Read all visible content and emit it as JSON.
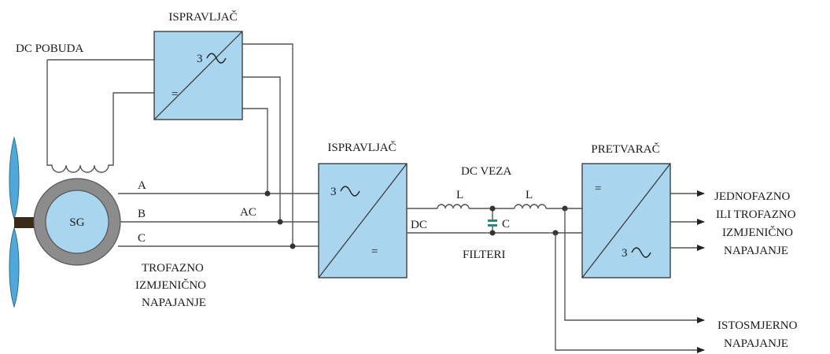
{
  "colors": {
    "box_fill": "#a9d6ee",
    "blade": "#4fa8d8",
    "generator_ring": "#8c8c8c",
    "generator_core": "#a9d6ee",
    "capacitor": "#2a8a7a"
  },
  "labels": {
    "dc_pobuda": "DC POBUDA",
    "rectifier1_title": "ISPRAVLJAČ",
    "rectifier1_ac": "3",
    "rectifier1_dc": "=",
    "generator": "SG",
    "phase_a": "A",
    "phase_b": "B",
    "phase_c": "C",
    "ac": "AC",
    "three_phase_line1": "TROFAZNO",
    "three_phase_line2": "IZMJENIČNO",
    "three_phase_line3": "NAPAJANJE",
    "rectifier2_title": "ISPRAVLJAČ",
    "rectifier2_ac": "3",
    "rectifier2_dc": "=",
    "dc": "DC",
    "dc_link": "DC VEZA",
    "inductor1": "L",
    "inductor2": "L",
    "capacitor": "C",
    "filters": "FILTERI",
    "inverter_title": "PRETVARAČ",
    "inverter_dc": "=",
    "inverter_ac": "3",
    "output_ac_line1": "JEDNOFAZNO",
    "output_ac_line2": "ILI TROFAZNO",
    "output_ac_line3": "IZMJENIČNO",
    "output_ac_line4": "NAPAJANJE",
    "output_dc_line1": "ISTOSMJERNO",
    "output_dc_line2": "NAPAJANJE"
  }
}
